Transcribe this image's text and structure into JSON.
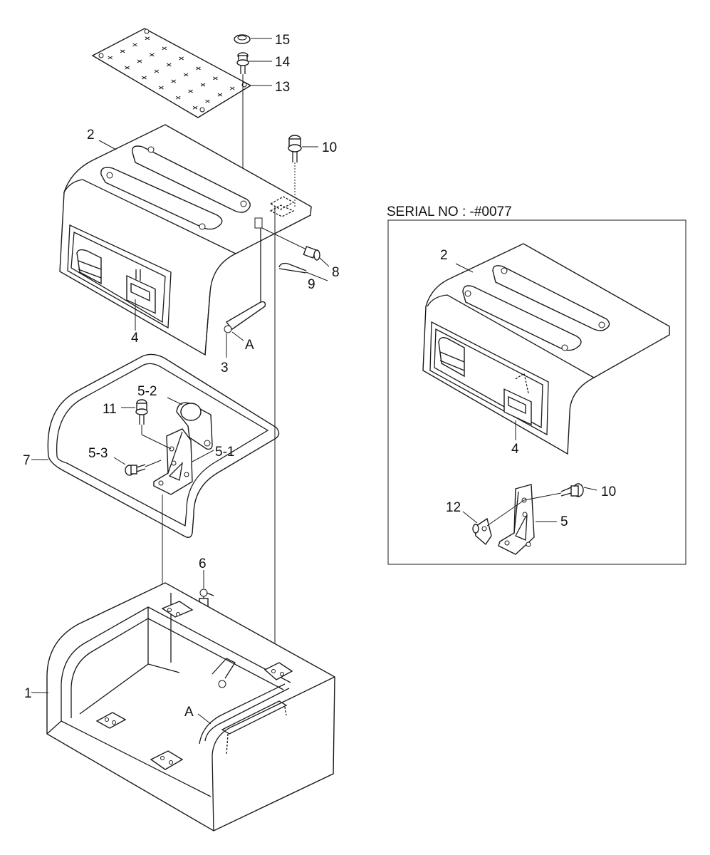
{
  "labels": {
    "p15": "15",
    "p14": "14",
    "p13": "13",
    "p2": "2",
    "p10": "10",
    "p8": "8",
    "p9": "9",
    "p4": "4",
    "pA_top": "A",
    "p3": "3",
    "p5_2": "5-2",
    "p11": "11",
    "p7": "7",
    "p5_3": "5-3",
    "p5_1": "5-1",
    "p6": "6",
    "p1": "1",
    "pA_bottom": "A"
  },
  "inset": {
    "header": "SERIAL NO : -#0077",
    "p2": "2",
    "p4": "4",
    "p10": "10",
    "p12": "12",
    "p5": "5"
  }
}
